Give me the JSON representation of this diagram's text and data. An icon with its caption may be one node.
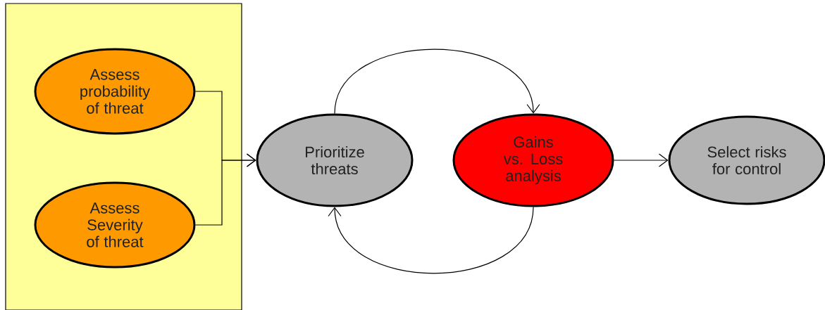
{
  "diagram": {
    "nodes": [
      {
        "text": [],
        "shape": "box"
      },
      {
        "text": [
          "Assess probability of threat"
        ],
        "in": 0
      },
      {
        "text": [
          "Assess Severity of threat"
        ],
        "in": 0
      },
      {
        "text": [
          "Prioritize threats"
        ]
      },
      {
        "text": [
          "Gains vs. Loss analysis"
        ]
      },
      {
        "text": [
          "Select risks for control"
        ]
      }
    ],
    "edges": [
      {
        "from": 1,
        "to": 3,
        "arrow": "to"
      },
      {
        "from": 2,
        "to": 3,
        "arrow": "to"
      },
      {
        "from": 3,
        "to": 4,
        "arrow": "to"
      },
      {
        "from": 4,
        "to": 3,
        "arrow": "to"
      },
      {
        "from": 4,
        "to": 5,
        "arrow": "to"
      }
    ]
  }
}
